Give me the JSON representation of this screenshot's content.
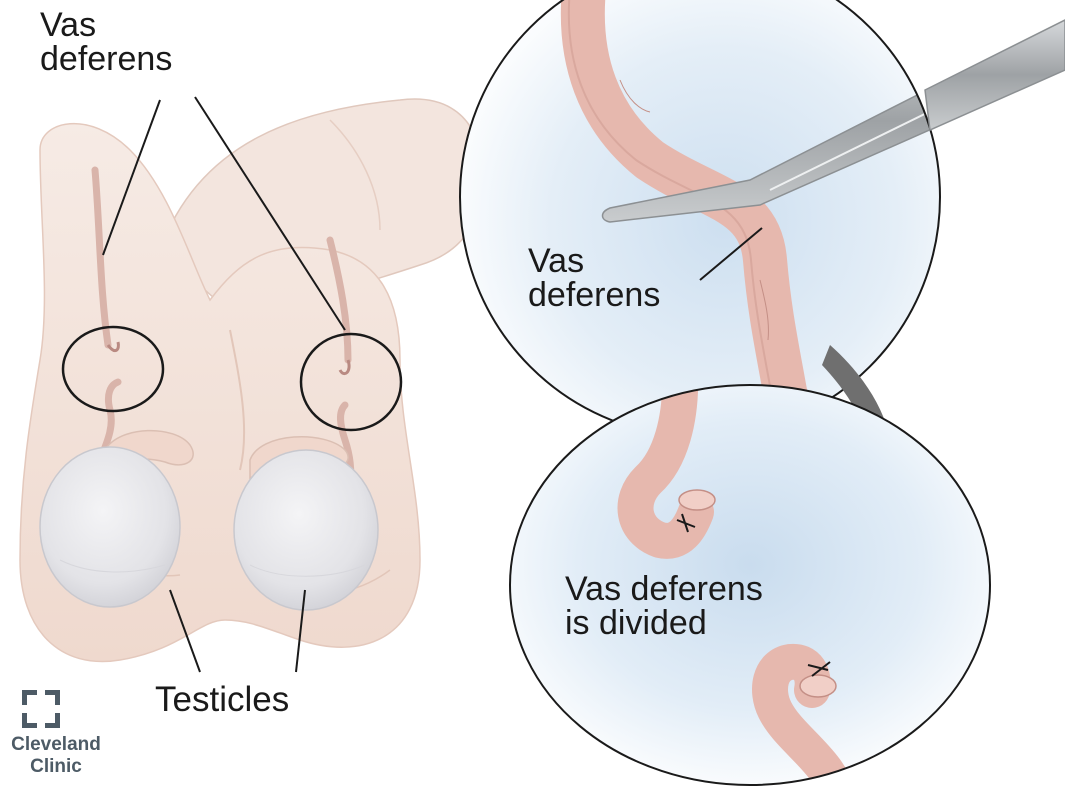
{
  "labels": {
    "top_left": [
      "Vas",
      "deferens"
    ],
    "zoom_top": [
      "Vas",
      "deferens"
    ],
    "zoom_bottom": [
      "Vas deferens",
      "is divided"
    ],
    "testicles": "Testicles"
  },
  "logo": {
    "name": [
      "Cleveland",
      "Clinic"
    ],
    "icon": "cleveland-clinic-cross-icon",
    "color": "#4d5b66"
  },
  "colors": {
    "skin": "#f2e1d8",
    "skin_shadow": "#e4c9bd",
    "testicle": "#e9e9ec",
    "vas": "#e8b9b0",
    "vas_dark": "#b98a82",
    "bubble_bg": "#cfe0ee",
    "instrument": "#a7abae",
    "arrow": "#6f6f6f",
    "outline": "#1a1a1a"
  }
}
